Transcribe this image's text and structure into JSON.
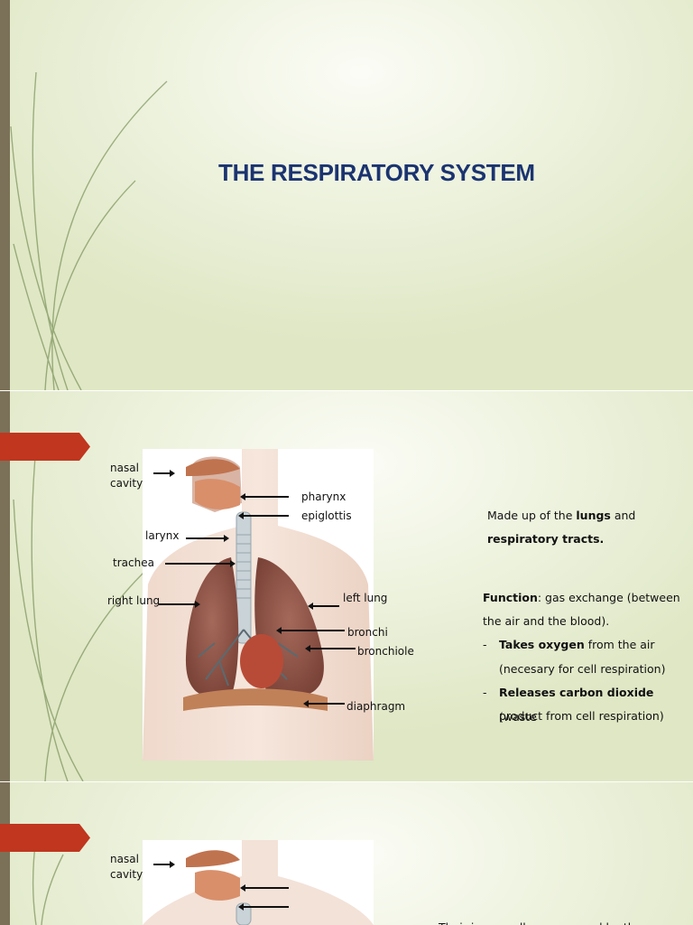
{
  "slide1": {
    "title": "THE RESPIRATORY SYSTEM"
  },
  "slide2": {
    "labels": {
      "nasal_cavity_1": "nasal",
      "nasal_cavity_2": "cavity",
      "pharynx": "pharynx",
      "epiglottis": "epiglottis",
      "larynx": "larynx",
      "trachea": "trachea",
      "right_lung": "right lung",
      "left_lung": "left lung",
      "bronchi": "bronchi",
      "bronchiole": "bronchiole",
      "diaphragm": "diaphragm"
    },
    "intro": {
      "prefix": "Made up of the ",
      "lungs": "lungs",
      "and": " and",
      "tracts": "respiratory tracts."
    },
    "function": {
      "label": "Function",
      "text1": ": gas exchange (between",
      "text2": "the air and the blood).",
      "bullet_dash": "-",
      "b1_bold": "Takes oxygen",
      "b1_rest": " from the air",
      "b1_line2": "(necesary for cell respiration)",
      "b2_bold": "Releases carbon dioxide",
      "b2_rest": " (waste",
      "b2_line2": "product from cell respiration)"
    }
  },
  "slide3": {
    "labels": {
      "nasal_cavity_1": "nasal",
      "nasal_cavity_2": "cavity"
    },
    "partial_text": "Their inner walls are covered by the"
  },
  "colors": {
    "title": "#1b3470",
    "tab": "#c0361f",
    "left_bar": "#7b7158",
    "background": "#e6ecd2"
  }
}
